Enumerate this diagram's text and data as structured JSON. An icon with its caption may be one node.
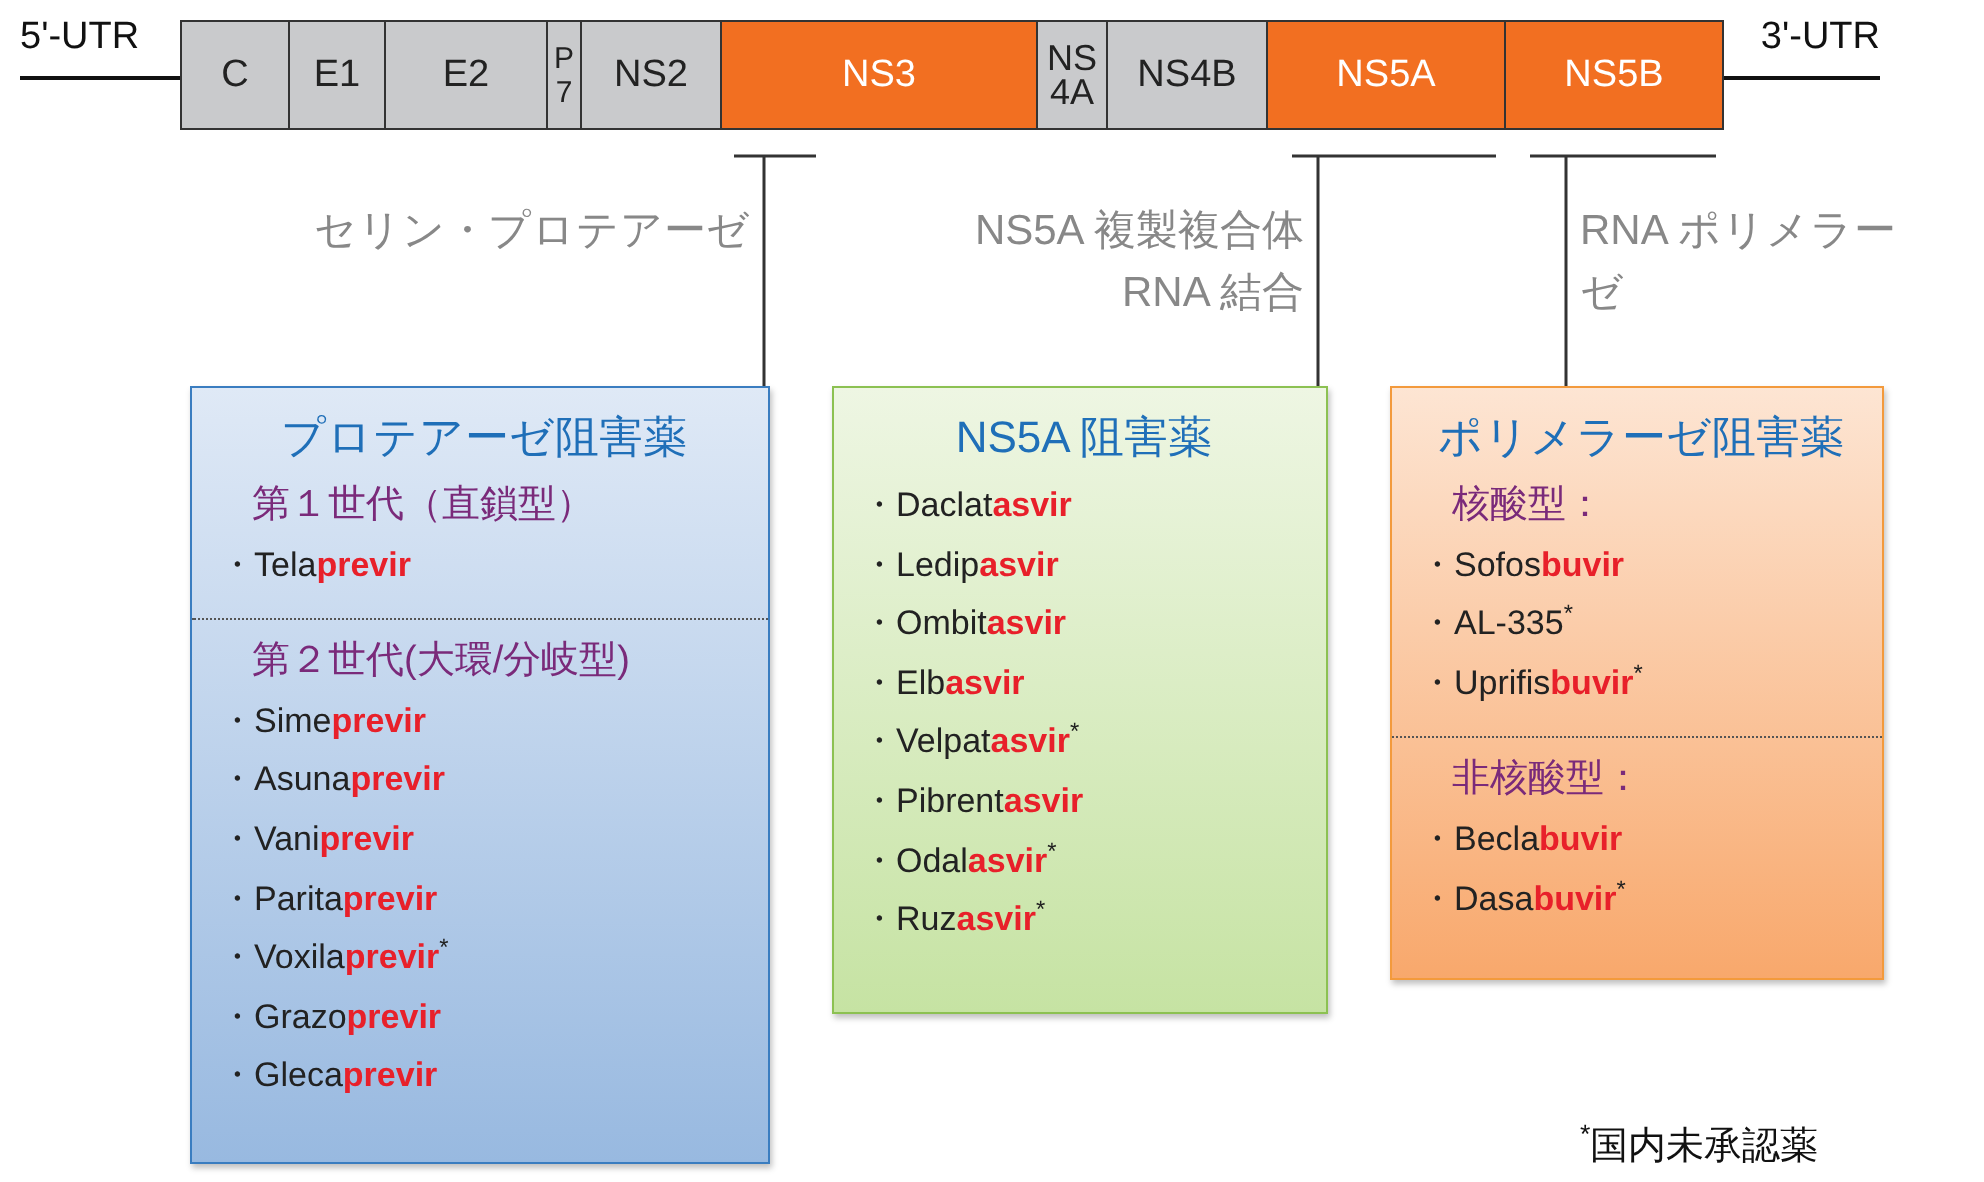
{
  "diagram": {
    "nodes": [
      {
        "text": [
          "5'-UTR"
        ]
      },
      {
        "text": [
          "C"
        ]
      },
      {
        "text": [
          "E1"
        ]
      },
      {
        "text": [
          "E2"
        ]
      },
      {
        "text": [
          "P 7"
        ]
      },
      {
        "text": [
          "NS2"
        ]
      },
      {
        "text": [
          "NS3"
        ]
      },
      {
        "text": [
          "NS 4A"
        ]
      },
      {
        "text": [
          "NS4B"
        ]
      },
      {
        "text": [
          "NS5A"
        ]
      },
      {
        "text": [
          "NS5B"
        ]
      },
      {
        "text": [
          "3'-UTR"
        ]
      },
      {
        "text": [
          "プロテアーゼ阻害薬",
          "第１世代（直鎖型）",
          "・Tela**previr**",
          "第２世代(大環/分岐型)",
          "・Sime**previr**",
          "・Asuna**previr**",
          "・Vani**previr**",
          "・Parita**previr**",
          "・Voxila**previr**$^{*}$",
          "・Grazo**previr**",
          "・Gleca**previr**"
        ]
      },
      {
        "text": [
          "NS5A 阻害薬",
          "・Daclat**asvir**",
          "・Ledip**asvir**",
          "・Ombit**asvir**",
          "・Elb**asvir**",
          "・Velpat**asvir**$^{*}$",
          "・Pibrent**asvir**",
          "・Odal**asvir**$^{*}$",
          "・Ruz**asvir**$^{*}$"
        ]
      },
      {
        "text": [
          "ポリメラーゼ阻害薬",
          "核酸型：",
          "・Sofos**buvir**",
          "・AL-335$^{*}$",
          "・Uprifis**buvir**$^{*}$",
          "非核酸型：",
          "・Becla**buvir**",
          "・Dasa**buvir**$^{*}$"
        ]
      }
    ],
    "edges": [
      {
        "from": 6,
        "to": 12,
        "arrow": "none",
        "label": "セリン・プロテアーゼ"
      },
      {
        "from": 9,
        "to": 13,
        "arrow": "none",
        "label": "NS5A 複製複合体 RNA 結合"
      },
      {
        "from": 10,
        "to": 14,
        "arrow": "none",
        "label": "RNA ポリメラーゼ"
      }
    ],
    "labels": [
      "$^{*}$国内未承認薬"
    ]
  }
}
